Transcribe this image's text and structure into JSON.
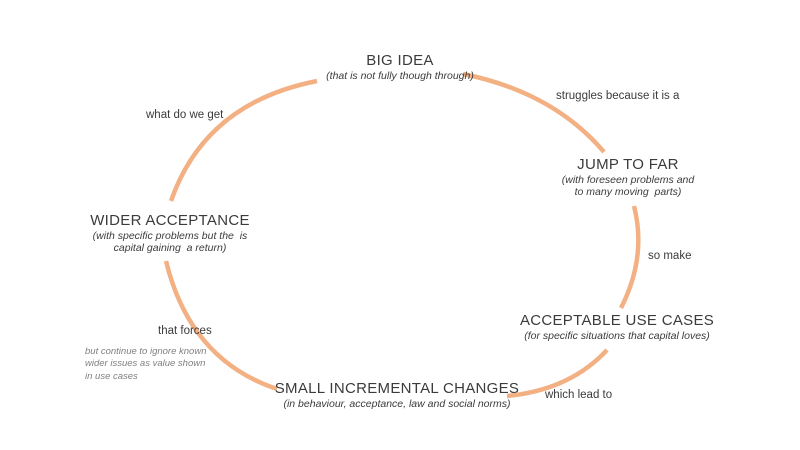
{
  "diagram": {
    "type": "cycle",
    "colors": {
      "arc": "#F2B083",
      "ink": "#3B3B3B",
      "note": "#808080",
      "background": "#FFFFFF"
    },
    "nodes": {
      "big_idea": {
        "title": "BIG IDEA",
        "subtitle_lines": [
          "(that is not fully though through)"
        ]
      },
      "jump_to_far": {
        "title": "JUMP TO FAR",
        "subtitle_lines": [
          "(with foreseen problems and",
          "to many moving  parts)"
        ]
      },
      "acceptable_use_cases": {
        "title": "ACCEPTABLE USE CASES",
        "subtitle_lines": [
          "(for specific situations that capital loves)"
        ]
      },
      "small_incremental_changes": {
        "title": "SMALL INCREMENTAL CHANGES",
        "subtitle_lines": [
          "(in behaviour, acceptance, law and social norms)"
        ]
      },
      "wider_acceptance": {
        "title": "WIDER ACCEPTANCE",
        "subtitle_lines": [
          "(with specific problems but the  is",
          "capital gaining  a return)"
        ]
      }
    },
    "edges": {
      "big_idea_to_jump": {
        "label": "struggles because it is a"
      },
      "jump_to_acceptable": {
        "label": "so make"
      },
      "acceptable_to_small": {
        "label": "which lead to"
      },
      "small_to_wider": {
        "label": "that forces"
      },
      "wider_to_big_idea": {
        "label": "what do we get"
      }
    },
    "note_lines": [
      "but continue to ignore known",
      "wider issues as value shown",
      "in use cases"
    ]
  }
}
